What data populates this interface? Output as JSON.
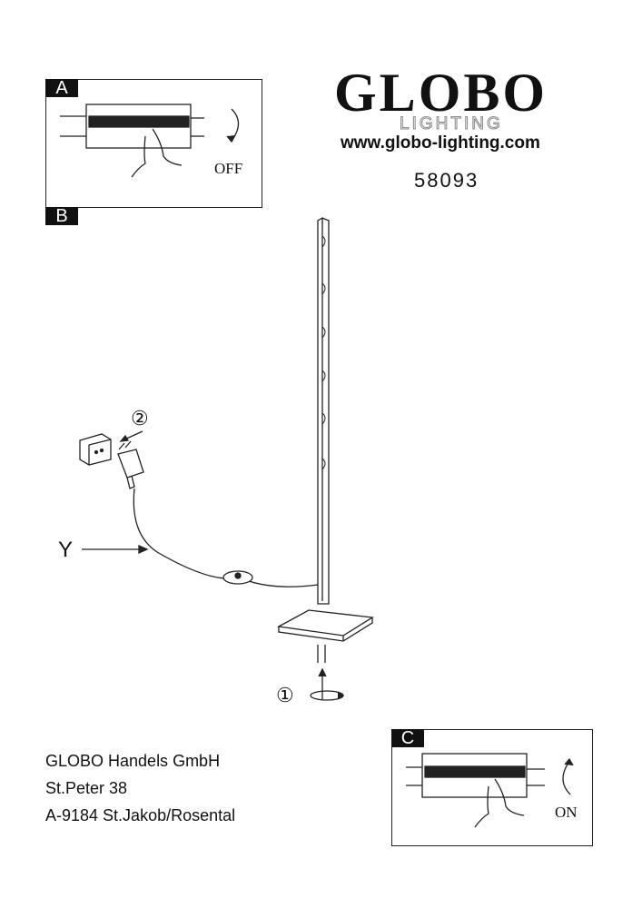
{
  "brand": {
    "name": "GLOBO",
    "sub": "LIGHTING",
    "url": "www.globo-lighting.com",
    "model": "58093"
  },
  "panels": {
    "a": {
      "label": "A",
      "action": "OFF"
    },
    "b": {
      "label": "B"
    },
    "c": {
      "label": "C",
      "action": "ON"
    }
  },
  "diagram": {
    "label_y": "Y",
    "step1": "①",
    "step2": "②"
  },
  "address": {
    "company": "GLOBO Handels GmbH",
    "street": "St.Peter 38",
    "city": "A-9184 St.Jakob/Rosental"
  }
}
